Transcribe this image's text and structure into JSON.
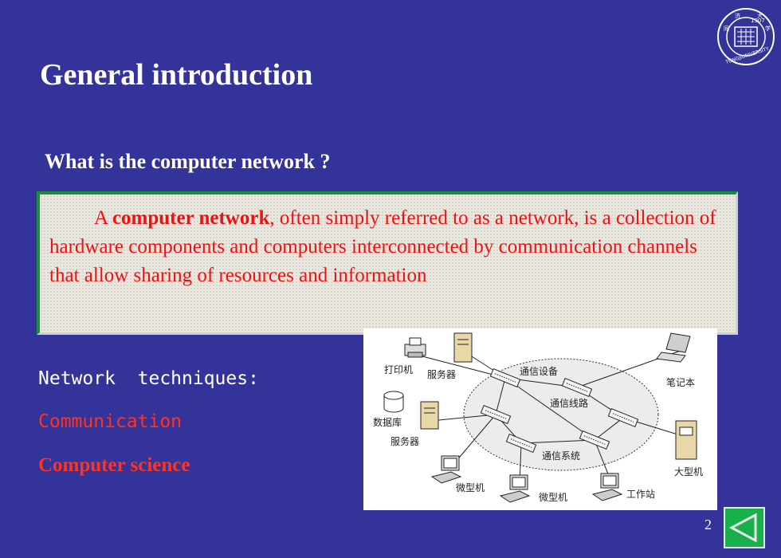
{
  "slide": {
    "title": "General introduction",
    "question": "What is the computer network ?",
    "definition": {
      "article": "A",
      "term": "computer network",
      "body": ", often simply referred to as a network, is a collection of hardware components and computers interconnected by communication channels that allow sharing of resources and information"
    },
    "techniques": {
      "label": "Network  techniques:",
      "item1": "Communication",
      "item2": "Computer science"
    },
    "page_number": "2"
  },
  "logo": {
    "year": "1907",
    "text": "TONGJIUNIVERSITY",
    "glyph1": "同",
    "glyph2": "济",
    "glyph3": "大",
    "glyph4": "学"
  },
  "diagram": {
    "labels": {
      "printer": "打印机",
      "server_top": "服务器",
      "comm_device": "通信设备",
      "laptop": "笔记本",
      "comm_line": "通信线路",
      "database": "数据库",
      "server_left": "服务器",
      "comm_system": "通信系统",
      "mainframe": "大型机",
      "micro1": "微型机",
      "micro2": "微型机",
      "workstation": "工作站"
    }
  },
  "colors": {
    "background": "#333399",
    "accent_red": "#ff3322",
    "box_border": "#1a8f3a",
    "button": "#18b04a"
  },
  "icons": [
    "university-seal-icon",
    "back-triangle-icon",
    "printer-icon",
    "server-icon",
    "laptop-icon",
    "database-icon",
    "switch-icon",
    "mainframe-icon",
    "desktop-computer-icon"
  ]
}
